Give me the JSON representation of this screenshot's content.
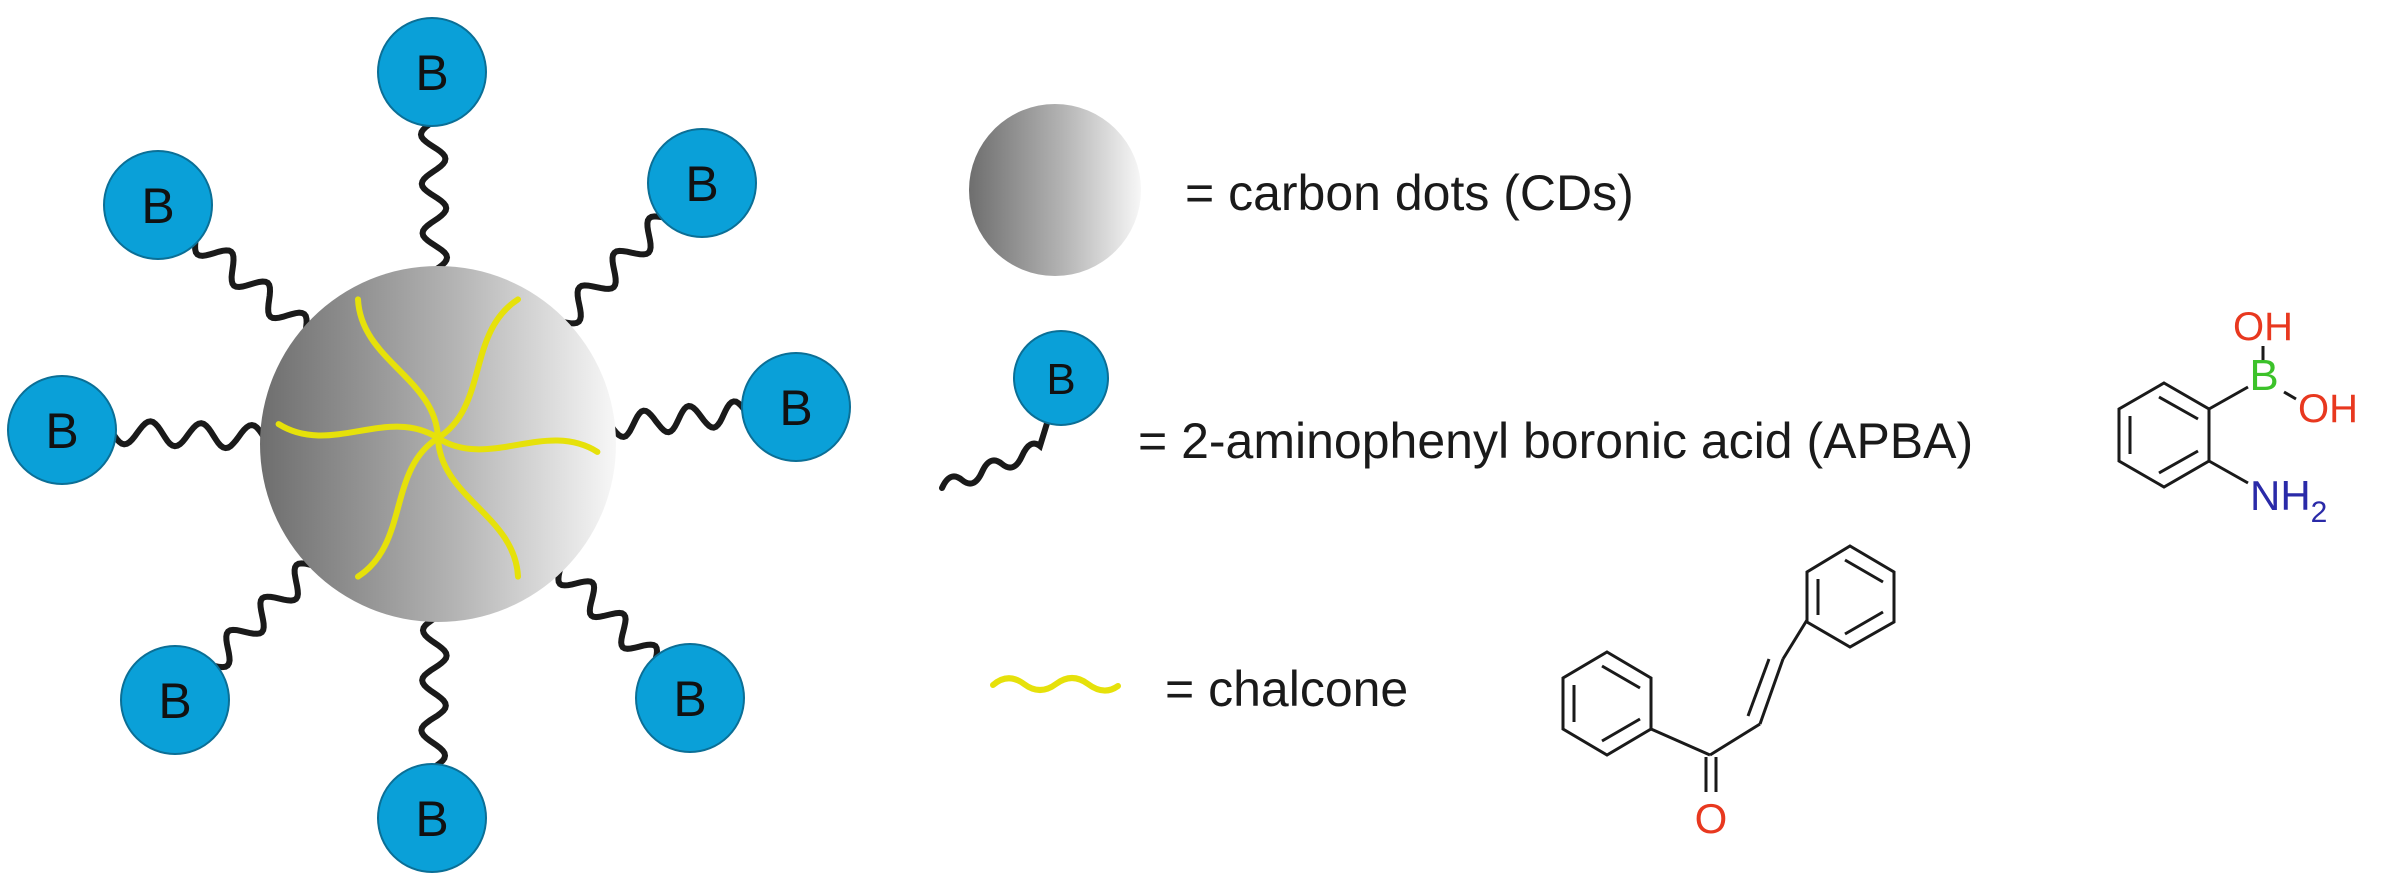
{
  "colors": {
    "bead": "#0aa0d8",
    "chalcone": "#e6e10a",
    "linker": "#1a1a1a",
    "oxygen": "#e8381f",
    "boron": "#3cc22a",
    "nitrogen": "#2a2aa8",
    "bond": "#1a1a1a"
  },
  "bead_symbol": "B",
  "legend": {
    "carbon_dots": "= carbon dots (CDs)",
    "apba": "= 2-aminophenyl boronic acid (APBA)",
    "chalcone": "= chalcone"
  },
  "apba_structure": {
    "hydroxyl_top": "OH",
    "boron": "B",
    "hydroxyl_right": "OH",
    "amine": "NH",
    "amine_subscript": "2"
  },
  "chalcone_structure": {
    "carbonyl_oxygen": "O"
  }
}
